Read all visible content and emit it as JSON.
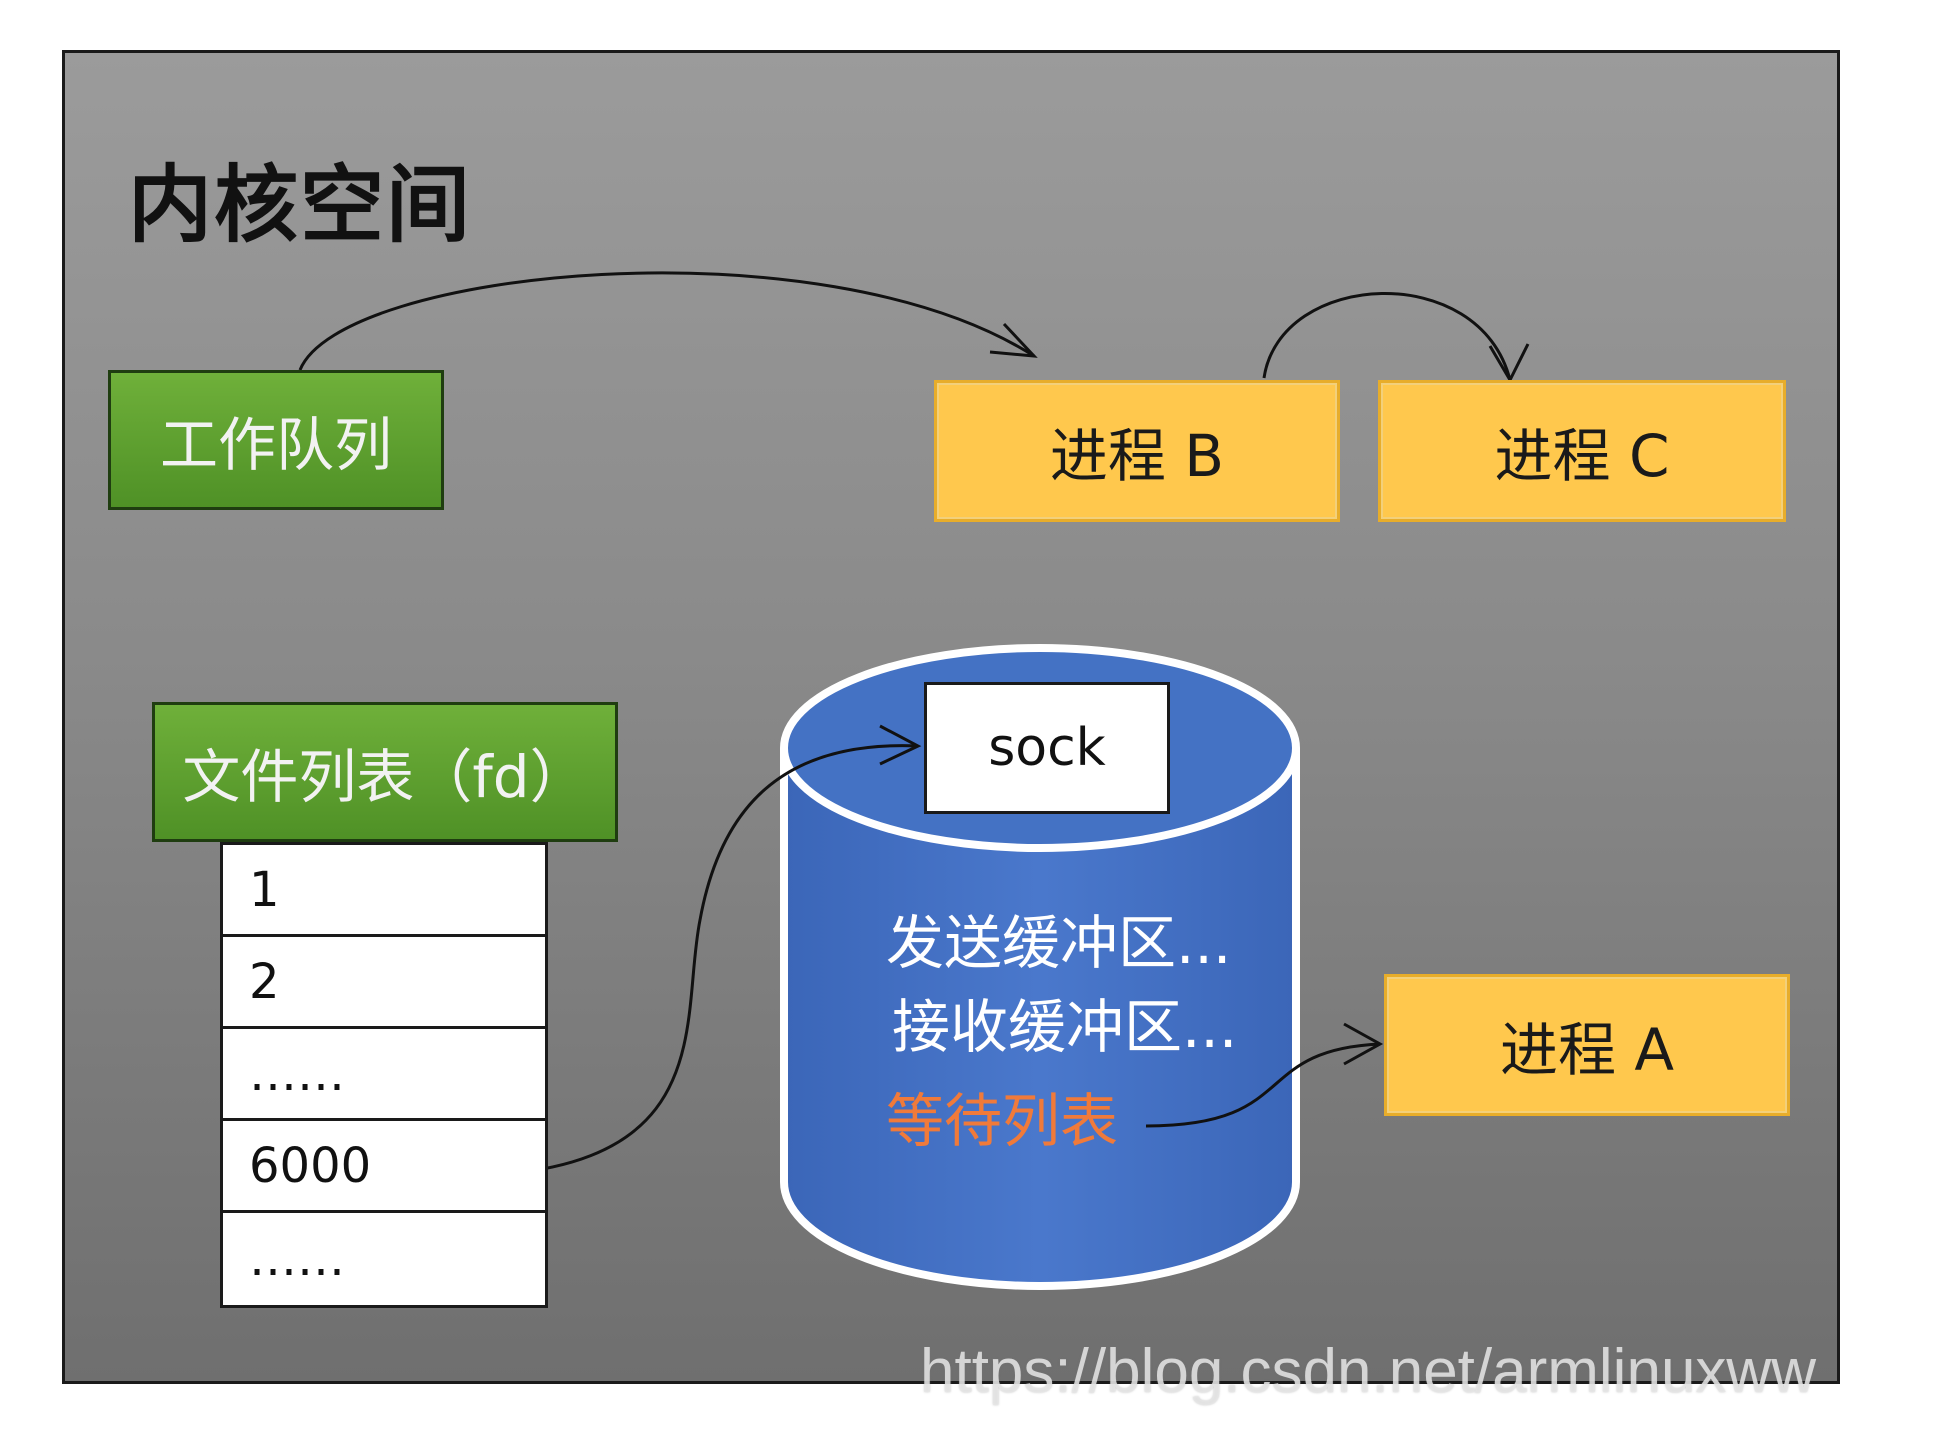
{
  "kernel": {
    "title": "内核空间"
  },
  "work_queue": {
    "label": "工作队列"
  },
  "processes": {
    "b": "进程 B",
    "c": "进程 C",
    "a": "进程 A"
  },
  "fd_list": {
    "header": "文件列表（fd）",
    "rows": [
      "1",
      "2",
      "……",
      "6000",
      "……"
    ]
  },
  "socket": {
    "label": "sock",
    "send_buffer": "发送缓冲区...",
    "recv_buffer": "接收缓冲区...",
    "wait_list": "等待列表"
  },
  "colors": {
    "green": "#5aa02c",
    "yellow": "#ffc84d",
    "blue": "#4472c4",
    "orange": "#f07a3a"
  },
  "watermark": "https://blog.csdn.net/armlinuxww"
}
